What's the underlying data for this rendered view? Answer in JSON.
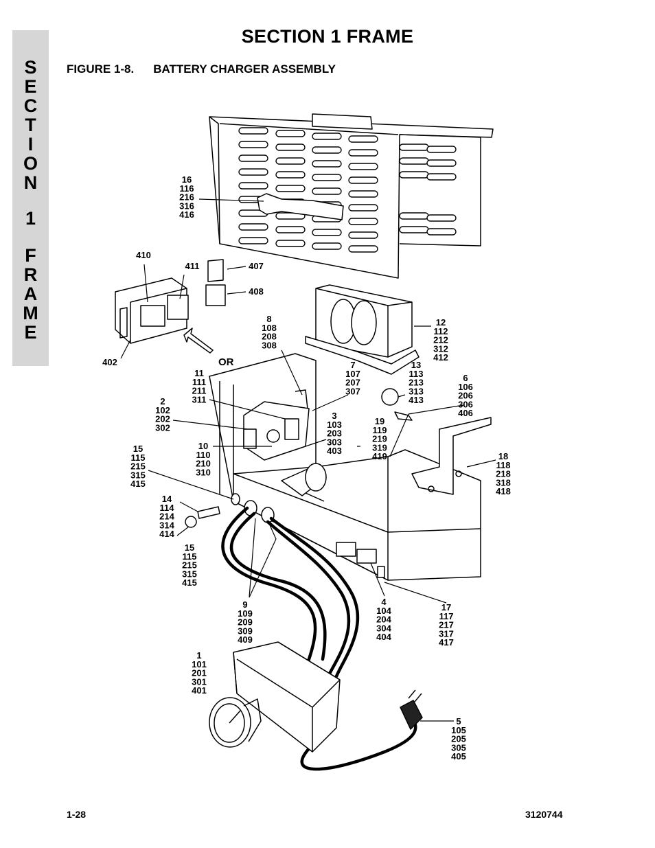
{
  "section_tab": {
    "letters": [
      "S",
      "E",
      "C",
      "T",
      "I",
      "O",
      "N",
      "",
      "1",
      "",
      "F",
      "R",
      "A",
      "M",
      "E"
    ]
  },
  "header": {
    "section_title": "SECTION 1  FRAME",
    "figure_label": "FIGURE 1-8.",
    "figure_title": "BATTERY CHARGER ASSEMBLY"
  },
  "footer": {
    "page_number": "1-28",
    "document_number": "3120744"
  },
  "diagram": {
    "or_label": "OR",
    "callouts": [
      {
        "id": "c16",
        "lines": [
          "16",
          "116",
          "216",
          "316",
          "416"
        ]
      },
      {
        "id": "c410",
        "lines": [
          "410"
        ]
      },
      {
        "id": "c411",
        "lines": [
          "411"
        ]
      },
      {
        "id": "c407",
        "lines": [
          "407"
        ]
      },
      {
        "id": "c408",
        "lines": [
          "408"
        ]
      },
      {
        "id": "c402",
        "lines": [
          "402"
        ]
      },
      {
        "id": "c8",
        "lines": [
          "8",
          "108",
          "208",
          "308"
        ]
      },
      {
        "id": "c12",
        "lines": [
          "12",
          "112",
          "212",
          "312",
          "412"
        ]
      },
      {
        "id": "c11",
        "lines": [
          "11",
          "111",
          "211",
          "311"
        ]
      },
      {
        "id": "c7",
        "lines": [
          "7",
          "107",
          "207",
          "307"
        ]
      },
      {
        "id": "c13",
        "lines": [
          "13",
          "113",
          "213",
          "313",
          "413"
        ]
      },
      {
        "id": "c6",
        "lines": [
          "6",
          "106",
          "206",
          "306",
          "406"
        ]
      },
      {
        "id": "c2",
        "lines": [
          "2",
          "102",
          "202",
          "302"
        ]
      },
      {
        "id": "c3",
        "lines": [
          "3",
          "103",
          "203",
          "303",
          "403"
        ]
      },
      {
        "id": "c19",
        "lines": [
          "19",
          "119",
          "219",
          "319",
          "419"
        ]
      },
      {
        "id": "c10",
        "lines": [
          "10",
          "110",
          "210",
          "310"
        ]
      },
      {
        "id": "c15a",
        "lines": [
          "15",
          "115",
          "215",
          "315",
          "415"
        ]
      },
      {
        "id": "c18",
        "lines": [
          "18",
          "118",
          "218",
          "318",
          "418"
        ]
      },
      {
        "id": "c14",
        "lines": [
          "14",
          "114",
          "214",
          "314",
          "414"
        ]
      },
      {
        "id": "c15b",
        "lines": [
          "15",
          "115",
          "215",
          "315",
          "415"
        ]
      },
      {
        "id": "c9",
        "lines": [
          "9",
          "109",
          "209",
          "309",
          "409"
        ]
      },
      {
        "id": "c4",
        "lines": [
          "4",
          "104",
          "204",
          "304",
          "404"
        ]
      },
      {
        "id": "c17",
        "lines": [
          "17",
          "117",
          "217",
          "317",
          "417"
        ]
      },
      {
        "id": "c1",
        "lines": [
          "1",
          "101",
          "201",
          "301",
          "401"
        ]
      },
      {
        "id": "c5",
        "lines": [
          "5",
          "105",
          "205",
          "305",
          "405"
        ]
      }
    ]
  }
}
